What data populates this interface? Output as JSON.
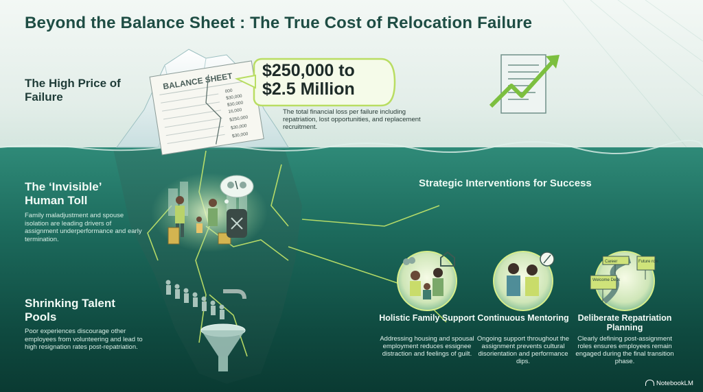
{
  "title": "Beyond the Balance Sheet : The True Cost of Relocation Failure",
  "high_price": {
    "title": "The High Price of Failure",
    "amount_line1": "$250,000 to",
    "amount_line2": "$2.5 Million",
    "description": "The total financial loss per failure including repatriation, lost opportunities, and replacement recruitment."
  },
  "balance_sheet": {
    "header": "BALANCE SHEET",
    "figures": [
      "000",
      "$30,000",
      "$30,000",
      "16,000",
      "$250,000",
      "$30,000",
      "$30,000"
    ]
  },
  "invisible_toll": {
    "title": "The ‘Invisible’ Human Toll",
    "description": "Family maladjustment and spouse isolation are leading drivers of assignment underperformance and early termination."
  },
  "talent_pools": {
    "title": "Shrinking Talent Pools",
    "description": "Poor experiences discourage other employees from volunteering and lead to high resignation rates post-repatriation."
  },
  "strategies": {
    "heading": "Strategic Interventions for Success",
    "items": [
      {
        "title": "Holistic Family Support",
        "description": "Addressing housing and spousal employment reduces essignee distraction and feelings of guilt."
      },
      {
        "title": "Continuous Mentoring",
        "description": "Ongoing support throughout the assignment prevents cultural disorientation and performance dips."
      },
      {
        "title": "Deliberate Repatriation Planning",
        "description": "Clearly defining post-assignment roles ensures employees remain engaged during the final transition phase."
      }
    ]
  },
  "signposts": {
    "career": "Career",
    "future": "Future role",
    "welcome": "Welcome Deck"
  },
  "brand": "NotebookLM",
  "colors": {
    "title": "#1e4d44",
    "sea": "#1c6a5c",
    "accent": "#c6e36a",
    "deep": "#0a3a32"
  }
}
